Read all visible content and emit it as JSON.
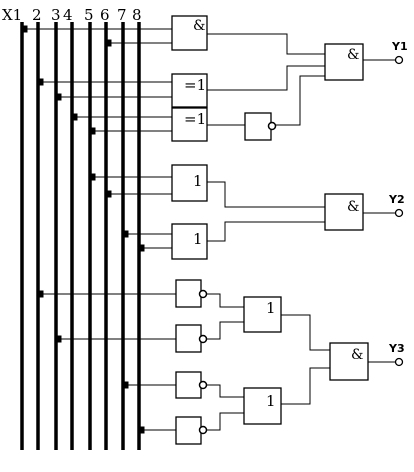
{
  "input_labels": [
    "X1",
    "2",
    "3",
    "4",
    "5",
    "6",
    "7",
    "8"
  ],
  "gates": {
    "and_symbol": "&",
    "xor_symbol": "=1",
    "or_symbol": "1"
  },
  "outputs": [
    "Y1",
    "Y2",
    "Y3"
  ]
}
